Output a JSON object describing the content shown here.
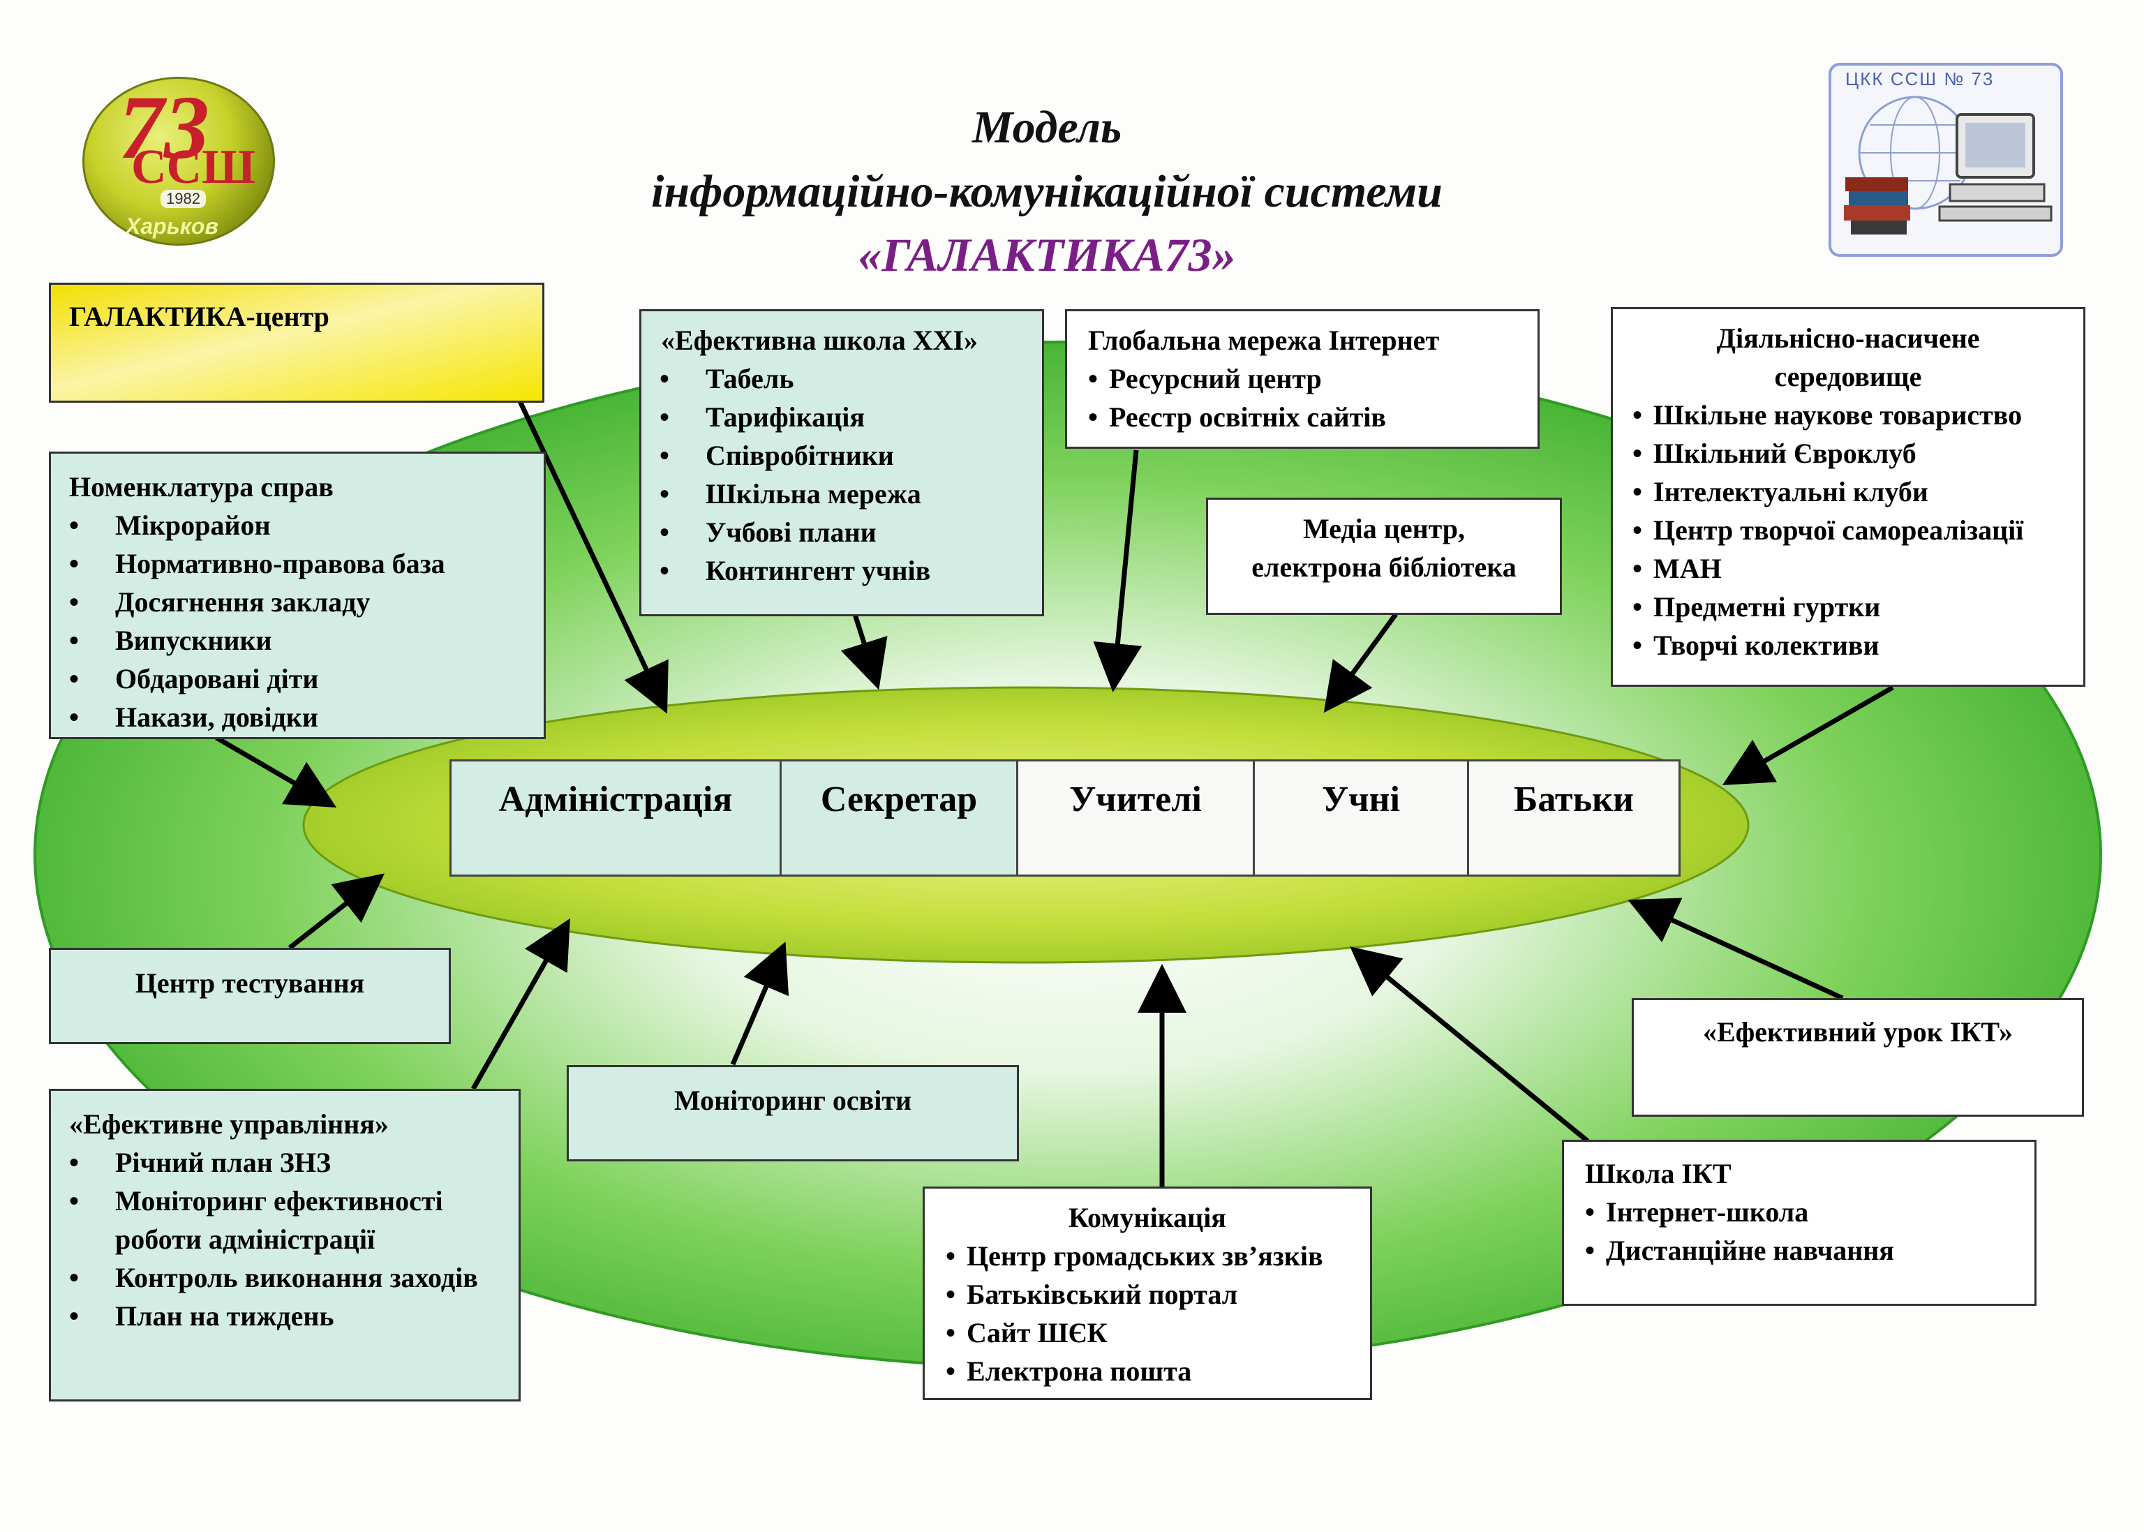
{
  "title": {
    "line1": "Модель",
    "line2": "інформаційно-комунікаційної системи",
    "line3": "«ГАЛАКТИКА73»"
  },
  "logo_left": {
    "number": "73",
    "abbr": "ССШ",
    "year": "1982",
    "city": "Харьков"
  },
  "logo_right": {
    "label": "ЦКК ССШ № 73"
  },
  "boxes": {
    "galaktika_center": {
      "header": "ГАЛАКТИКА-центр"
    },
    "nomenclature": {
      "header": "Номенклатура справ",
      "items": [
        "Мікрорайон",
        "Нормативно-правова база",
        "Досягнення закладу",
        "Випускники",
        "Обдаровані діти",
        "Накази, довідки"
      ]
    },
    "effective_school": {
      "header": "«Ефективна школа XXI»",
      "items": [
        "Табель",
        "Тарифікація",
        "Співробітники",
        "Шкільна мережа",
        "Учбові плани",
        "Контингент учнів"
      ]
    },
    "internet": {
      "header": "Глобальна мережа Інтернет",
      "items": [
        "Ресурсний центр",
        "Реєстр освітніх сайтів"
      ]
    },
    "media": {
      "line1": "Медіа центр,",
      "line2": "електрона бібліотека"
    },
    "activity_env": {
      "header1": "Діяльнісно-насичене",
      "header2": "середовище",
      "items": [
        "Шкільне наукове товариство",
        "Шкільний Євроклуб",
        "Інтелектуальні клуби",
        "Центр творчої самореалізації",
        "МАН",
        "Предметні гуртки",
        "Творчі колективи"
      ]
    },
    "testing": {
      "header": "Центр тестування"
    },
    "effective_mgmt": {
      "header": "«Ефективне управління»",
      "items": [
        "Річний план ЗНЗ",
        "Моніторинг ефективності роботи адміністрації",
        "Контроль виконання заходів",
        "План на тиждень"
      ]
    },
    "monitoring": {
      "header": "Моніторинг освіти"
    },
    "communication": {
      "header": "Комунікація",
      "items": [
        "Центр громадських зв’язків",
        "Батьківський  портал",
        "Сайт ШЄК",
        "Електрона пошта"
      ]
    },
    "ikt_lesson": {
      "header": "«Ефективний урок ІКТ»"
    },
    "ikt_school": {
      "header": "Школа ІКТ",
      "items": [
        "Інтернет-школа",
        "Дистанційне навчання"
      ]
    }
  },
  "roles": [
    "Адміністрація",
    "Секретар",
    "Учителі",
    "Учні",
    "Батьки"
  ],
  "colors": {
    "big_ellipse": "#4fc03a",
    "inner_ellipse": "#b3d62e",
    "box_tint": "#d3ede4",
    "yellow": "#f3e000",
    "title_accent": "#7a1f86"
  }
}
